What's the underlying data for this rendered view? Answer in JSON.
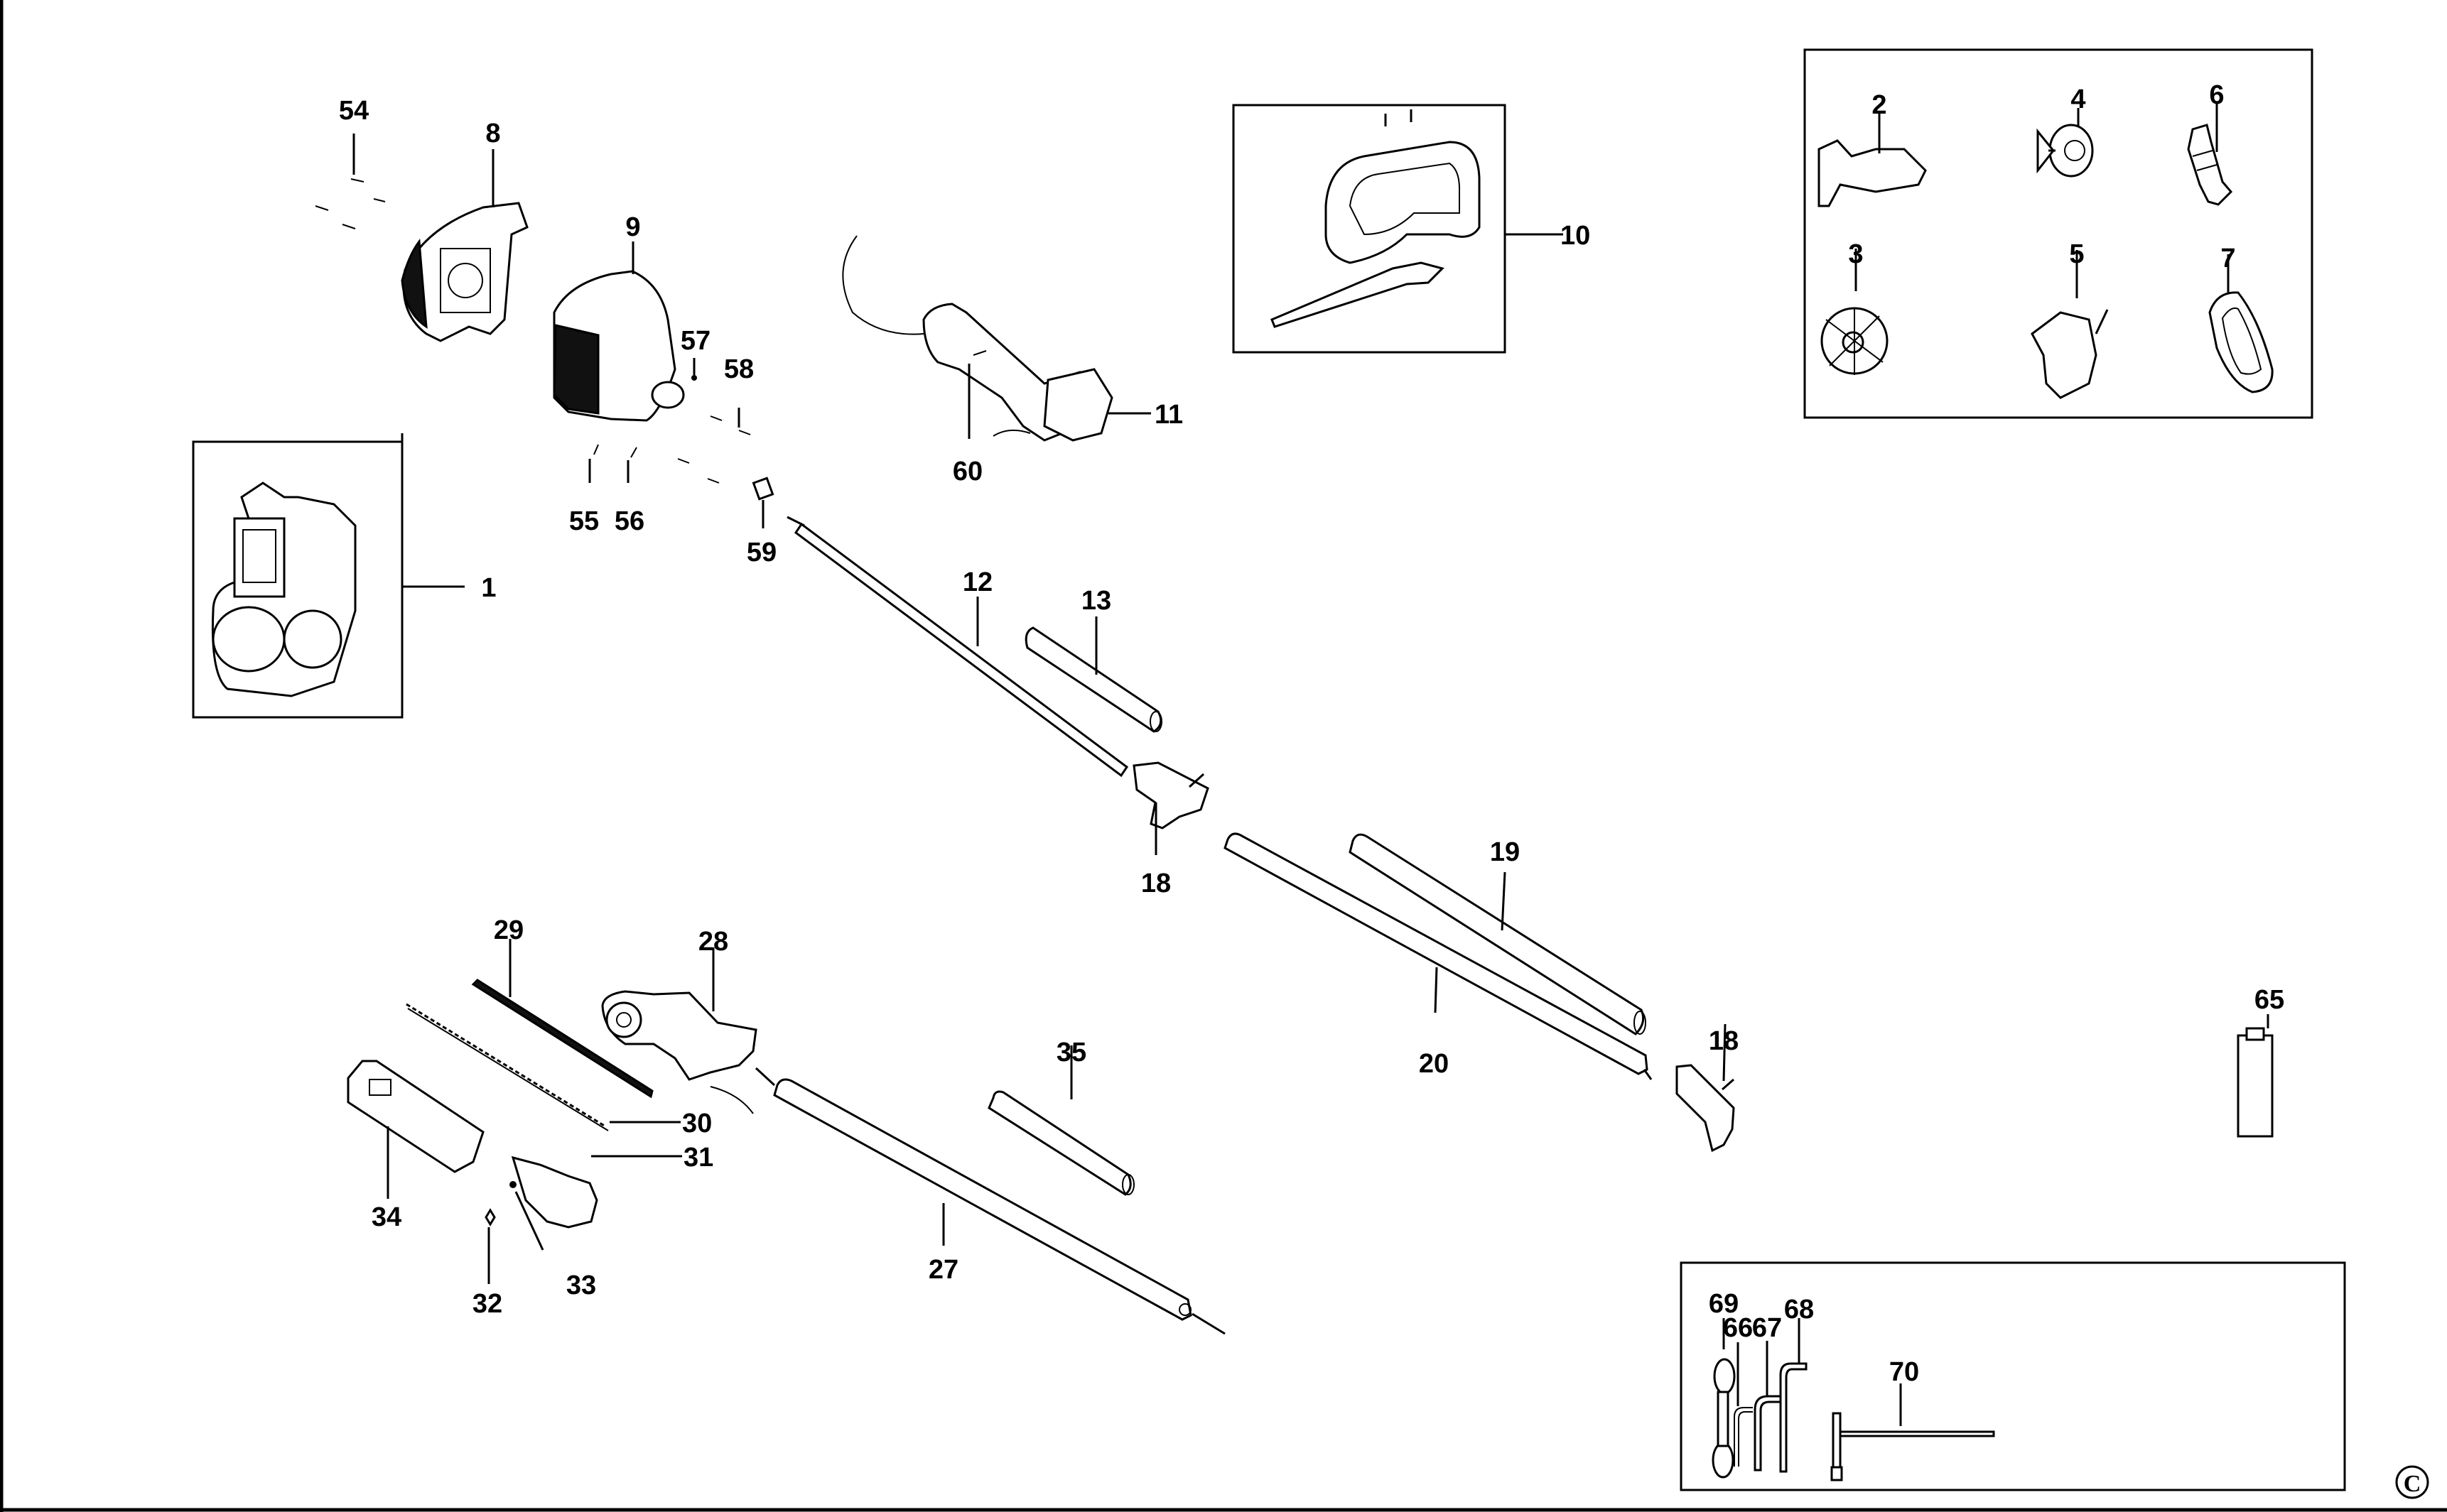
{
  "diagram": {
    "type": "exploded parts diagram",
    "subject": "petrol pole pruner / chainsaw attachment",
    "copyright_mark": "©",
    "parts": [
      {
        "id": "1",
        "label": "1",
        "desc": "engine assembly (boxed)"
      },
      {
        "id": "2",
        "label": "2",
        "desc": "ignition coil"
      },
      {
        "id": "3",
        "label": "3",
        "desc": "flywheel"
      },
      {
        "id": "4",
        "label": "4",
        "desc": "fuel cap"
      },
      {
        "id": "5",
        "label": "5",
        "desc": "carburettor"
      },
      {
        "id": "6",
        "label": "6",
        "desc": "spark plug"
      },
      {
        "id": "7",
        "label": "7",
        "desc": "air filter"
      },
      {
        "id": "8",
        "label": "8",
        "desc": "rear housing"
      },
      {
        "id": "9",
        "label": "9",
        "desc": "engine cover"
      },
      {
        "id": "10",
        "label": "10",
        "desc": "loop handle (boxed)"
      },
      {
        "id": "11",
        "label": "11",
        "desc": "throttle handle"
      },
      {
        "id": "12",
        "label": "12",
        "desc": "drive shaft tube"
      },
      {
        "id": "13",
        "label": "13",
        "desc": "grip sleeve"
      },
      {
        "id": "18a",
        "label": "18",
        "desc": "coupler (upper)"
      },
      {
        "id": "18b",
        "label": "18",
        "desc": "coupler (lower)"
      },
      {
        "id": "19",
        "label": "19",
        "desc": "foam sleeve"
      },
      {
        "id": "20",
        "label": "20",
        "desc": "extension tube"
      },
      {
        "id": "27",
        "label": "27",
        "desc": "pruner tube"
      },
      {
        "id": "28",
        "label": "28",
        "desc": "gear head"
      },
      {
        "id": "29",
        "label": "29",
        "desc": "guide bar"
      },
      {
        "id": "30",
        "label": "30",
        "desc": "saw chain"
      },
      {
        "id": "31",
        "label": "31",
        "desc": "sprocket cover"
      },
      {
        "id": "32",
        "label": "32",
        "desc": "nut"
      },
      {
        "id": "33",
        "label": "33",
        "desc": "washer"
      },
      {
        "id": "34",
        "label": "34",
        "desc": "scabbard"
      },
      {
        "id": "35",
        "label": "35",
        "desc": "grip sleeve"
      },
      {
        "id": "54",
        "label": "54",
        "desc": "screws"
      },
      {
        "id": "55",
        "label": "55",
        "desc": "screw"
      },
      {
        "id": "56",
        "label": "56",
        "desc": "screw"
      },
      {
        "id": "57",
        "label": "57",
        "desc": "pin"
      },
      {
        "id": "58",
        "label": "58",
        "desc": "screws"
      },
      {
        "id": "59",
        "label": "59",
        "desc": "spacer"
      },
      {
        "id": "60",
        "label": "60",
        "desc": "screw"
      },
      {
        "id": "65",
        "label": "65",
        "desc": "oil bottle"
      },
      {
        "id": "66",
        "label": "66",
        "desc": "hex key small"
      },
      {
        "id": "67",
        "label": "67",
        "desc": "hex key medium"
      },
      {
        "id": "68",
        "label": "68",
        "desc": "hex key large"
      },
      {
        "id": "69",
        "label": "69",
        "desc": "ring spanner"
      },
      {
        "id": "70",
        "label": "70",
        "desc": "T-wrench"
      }
    ],
    "groups": [
      {
        "name": "engine-kit-box",
        "parts": [
          "2",
          "3",
          "4",
          "5",
          "6",
          "7"
        ]
      },
      {
        "name": "tool-kit-box",
        "parts": [
          "66",
          "67",
          "68",
          "69",
          "70"
        ]
      },
      {
        "name": "engine-box",
        "parts": [
          "1"
        ]
      },
      {
        "name": "handle-box",
        "parts": [
          "10"
        ]
      }
    ]
  }
}
